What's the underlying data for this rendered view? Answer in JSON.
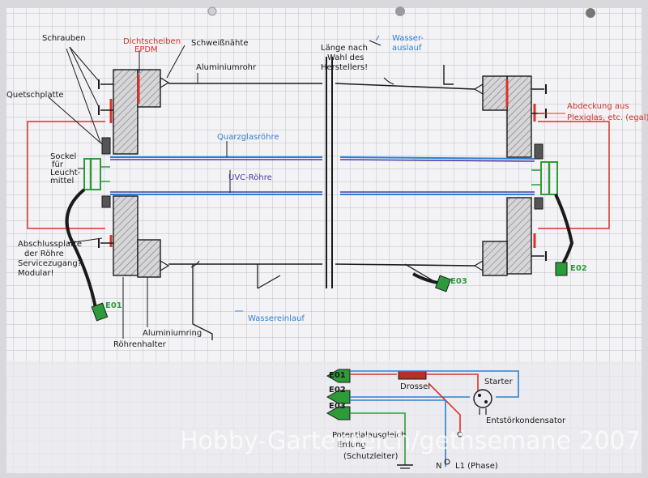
{
  "labels": {
    "schrauben": "Schrauben",
    "dichtscheiben": "Dichtscheiben",
    "epdm": "EPDM",
    "schweissnaehte": "Schweißnähte",
    "aluminiumrohr": "Aluminiumrohr",
    "laenge_1": "Länge nach",
    "laenge_2": "Wahl des",
    "laenge_3": "Herstellers!",
    "wasserauslauf_1": "Wasser-",
    "wasserauslauf_2": "auslauf",
    "quetschplatte": "Quetschplatte",
    "quarzglasroehre": "Quarzglasröhre",
    "uvc_roehre": "UVC-Röhre",
    "sockel_1": "Sockel",
    "sockel_2": "für",
    "sockel_3": "Leucht-",
    "sockel_4": "mittel",
    "abdeckung_1": "Abdeckung aus",
    "abdeckung_2": "Plexiglas, etc. (egal)",
    "abschluss_1": "Abschlussplatte",
    "abschluss_2": "der Röhre",
    "abschluss_3": "Servicezugang?",
    "abschluss_4": "Modular!",
    "e01": "E01",
    "e02": "E02",
    "e03": "E03",
    "roehrenhalter": "Röhrenhalter",
    "aluminiumring": "Aluminiumring",
    "wassereinlauf": "Wassereinlauf",
    "sch_e01": "E01",
    "sch_e02": "E02",
    "sch_e03": "E03",
    "drossel": "Drossel",
    "starter": "Starter",
    "entstoer": "Entstörkondensator",
    "pe_1": "Potentialausgleich",
    "pe_2": "Erdung",
    "pe_3": "(Schutzleiter)",
    "neutral": "N",
    "phase": "L1 (Phase)"
  },
  "watermark": "Hobby-Gartenteich/gethsemane 2007",
  "colors": {
    "paper": "#f3f3f6",
    "grid": "#b9bcc8",
    "ink": "#1a1a1a",
    "red": "#d8332a",
    "blue": "#2f7fd0",
    "green": "#2d9b3a",
    "purple": "#4a3aa0",
    "hatch": "#8a8a8a"
  }
}
